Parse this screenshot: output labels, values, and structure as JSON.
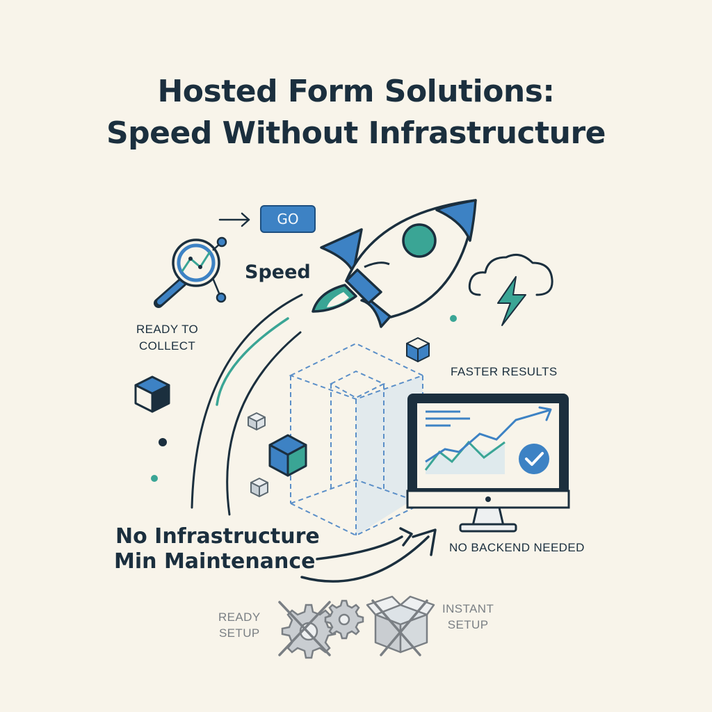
{
  "title": {
    "line1": "Hosted Form Solutions:",
    "line2": "Speed Without Infrastructure"
  },
  "labels": {
    "go": "GO",
    "speed": "Speed",
    "ready_to_collect": [
      "READY TO",
      "COLLECT"
    ],
    "faster_results": "FASTER RESULTS",
    "no_backend": "NO BACKEND NEEDED",
    "no_infrastructure": "No Infrastructure",
    "min_maintenance": "Min Maintenance",
    "ready_setup": [
      "READY",
      "SETUP"
    ],
    "instant_setup": [
      "INSTANT",
      "SETUP"
    ]
  },
  "icons": [
    "arrow-right-icon",
    "magnifier-chart-icon",
    "rocket-icon",
    "cloud-lightning-icon",
    "cube-icon",
    "wireframe-box-icon",
    "monitor-chart-icon",
    "check-badge-icon",
    "crossed-gears-icon",
    "crossed-box-icon",
    "curved-arrow-icon"
  ],
  "colors": {
    "background": "#f8f4ea",
    "navy": "#1b2f3e",
    "blue": "#3d82c4",
    "teal": "#3aa595",
    "gray": "#9aa0a5"
  }
}
